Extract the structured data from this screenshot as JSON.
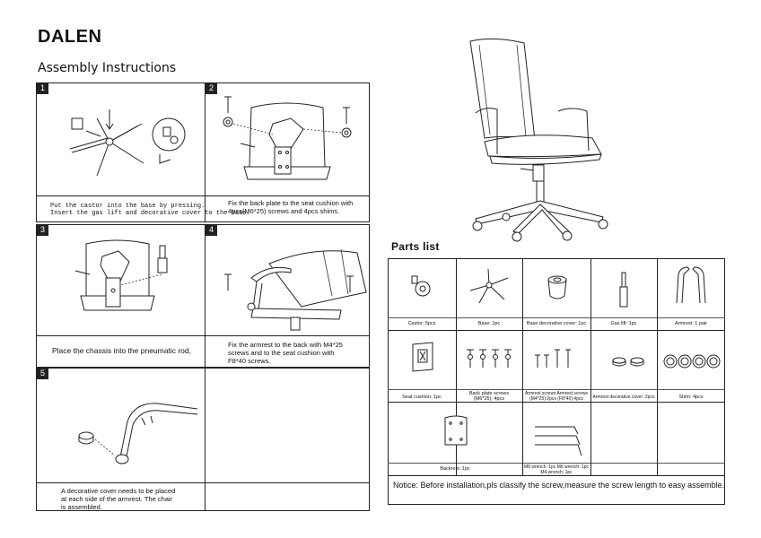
{
  "header": {
    "brand": "DALEN",
    "subtitle": "Assembly Instructions"
  },
  "steps": [
    {
      "number": "1",
      "caption_line1": "Put the castor into the base by pressing.",
      "caption_line2": "Insert the gas lift and decorative cover to the base."
    },
    {
      "number": "2",
      "caption_line1": "Fix the back plate to the seat cushion with",
      "caption_line2": "4pcs(M6*25) screws and 4pcs shims."
    },
    {
      "number": "3",
      "caption_line1": "Place the chassis into the pneumatic rod,",
      "caption_line2": ""
    },
    {
      "number": "4",
      "caption_line1": "Fix the armrest to the back with M4*25",
      "caption_line2": "screws and to the seat cushion with",
      "caption_line3": "F8*40  screws."
    },
    {
      "number": "5",
      "caption_line1": "A decorative cover needs to be placed",
      "caption_line2": "at each side of the armrest. The chair",
      "caption_line3": "is assembled."
    }
  ],
  "parts_list": {
    "title": "Parts list",
    "items": [
      {
        "label": "Castor: 5pcs",
        "icon": "castor-icon"
      },
      {
        "label": "Base: 1pc",
        "icon": "star-base-icon"
      },
      {
        "label": "Base decorative cover: 1pc",
        "icon": "decorative-cover-icon"
      },
      {
        "label": "Gas lift: 1pc",
        "icon": "gas-lift-icon"
      },
      {
        "label": "Armrest: 1 pair",
        "icon": "armrest-icon"
      },
      {
        "label": "Seat cushion: 1pc",
        "icon": "seat-cushion-icon"
      },
      {
        "label": "Back plate screws",
        "label2": "(M6*25): 4pcs",
        "icon": "back-plate-screws-icon"
      },
      {
        "label": "Armrest screws  Armrest screws",
        "label2": "(M4*25):2pcs       (F8*40):4pcs",
        "icon": "armrest-screws-icon"
      },
      {
        "label": "Armrest decorative cover :2pcs",
        "icon": "armrest-cover-icon"
      },
      {
        "label": "Shim: 4pcs",
        "icon": "shim-icon"
      },
      {
        "label": "Backrest: 1pc",
        "icon": "backrest-icon"
      },
      {
        "label": "M8 wrench: 1pc M6 wrench: 1pc",
        "label2": "M4 wrench: 1pc",
        "icon": "allen-wrench-icon"
      }
    ],
    "notice": "Notice: Before installation,pls classify the screw,measure the screw length to easy assemble."
  }
}
